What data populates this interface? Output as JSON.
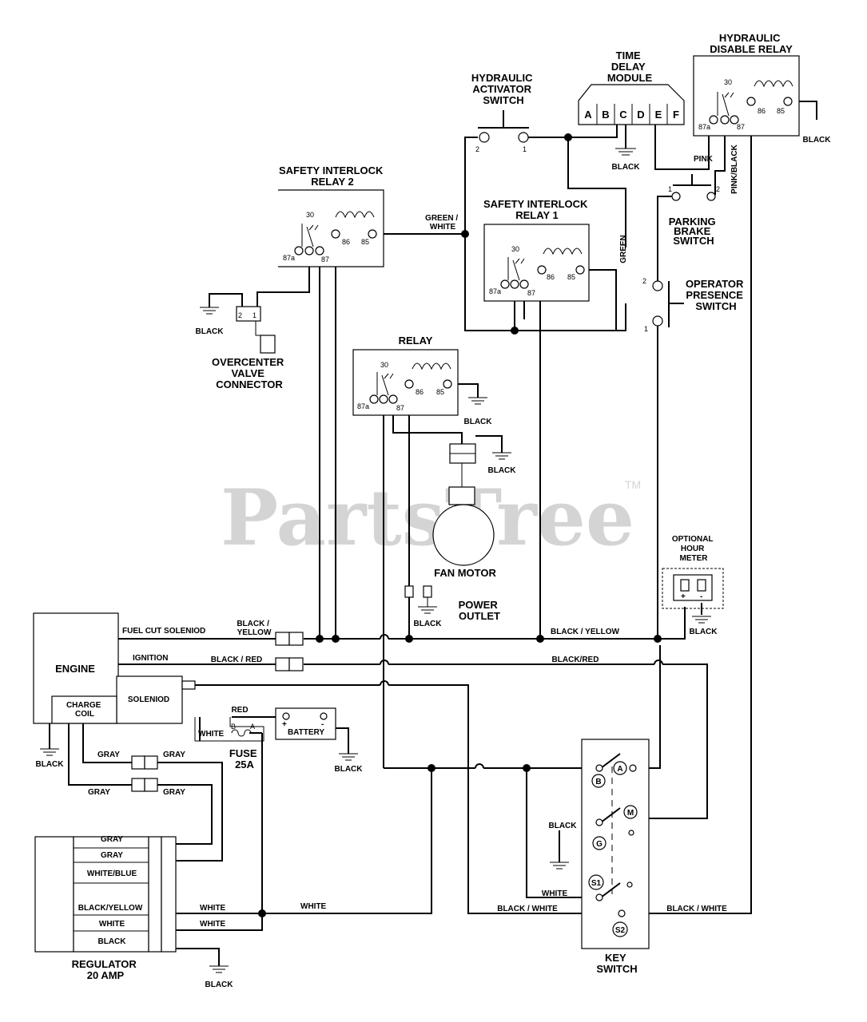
{
  "watermark": {
    "brand": "PartsTree",
    "trademark": "TM"
  },
  "components": {
    "hydraulic_disable_relay": "HYDRAULIC\nDISABLE RELAY",
    "time_delay_module": "TIME\nDELAY\nMODULE",
    "hydraulic_activator_switch": "HYDRAULIC\nACTIVATOR\nSWITCH",
    "safety_interlock_relay_2": "SAFETY INTERLOCK\nRELAY 2",
    "safety_interlock_relay_1": "SAFETY INTERLOCK\nRELAY 1",
    "parking_brake_switch": "PARKING\nBRAKE\nSWITCH",
    "operator_presence_switch": "OPERATOR\nPRESENCE\nSWITCH",
    "overcenter_valve_connector": "OVERCENTER\nVALVE\nCONNECTOR",
    "relay": "RELAY",
    "fan_motor": "FAN MOTOR",
    "power_outlet": "POWER\nOUTLET",
    "optional_hour_meter": "OPTIONAL\nHOUR\nMETER",
    "engine": "ENGINE",
    "solenoid": "SOLENIOD",
    "charge_coil": "CHARGE\nCOIL",
    "battery": "BATTERY",
    "fuse": "FUSE\n25A",
    "regulator": "REGULATOR\n20 AMP",
    "key_switch": "KEY\nSWITCH"
  },
  "module_terminals": [
    "A",
    "B",
    "C",
    "D",
    "E",
    "F"
  ],
  "relay_pins": {
    "p30": "30",
    "p87a": "87a",
    "p87": "87",
    "p86": "86",
    "p85": "85"
  },
  "switch_pins": {
    "one": "1",
    "two": "2"
  },
  "fuse_terminals": {
    "b": "B",
    "a": "A"
  },
  "battery_polarity": {
    "pos": "+",
    "neg": "-"
  },
  "key_switch_terminals": [
    "A",
    "B",
    "M",
    "G",
    "S1",
    "S2"
  ],
  "engine_circuits": {
    "fuel_cut": "FUEL CUT SOLENIOD",
    "ignition": "IGNITION"
  },
  "wire_colors": {
    "black": "BLACK",
    "black_yellow_split": "BLACK /\nYELLOW",
    "black_yellow": "BLACK / YELLOW",
    "black_red_spaced": "BLACK / RED",
    "black_red": "BLACK/RED",
    "green_white": "GREEN /\nWHITE",
    "green": "GREEN",
    "pink": "PINK",
    "pink_black": "PINK/BLACK",
    "red": "RED",
    "white": "WHITE",
    "gray": "GRAY",
    "white_blue": "WHITE/BLUE",
    "black_yellow_reg": "BLACK/YELLOW",
    "black_white": "BLACK / WHITE"
  }
}
